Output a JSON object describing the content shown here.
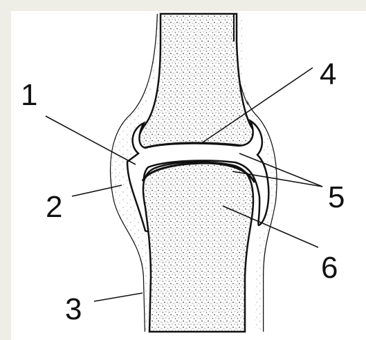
{
  "labels": {
    "l1": "1",
    "l2": "2",
    "l3": "3",
    "l4": "4",
    "l5": "5",
    "l6": "6"
  },
  "colors": {
    "background": "#efeee6",
    "sheet": "#ffffff",
    "ink": "#111111",
    "stipple": "#555555"
  }
}
